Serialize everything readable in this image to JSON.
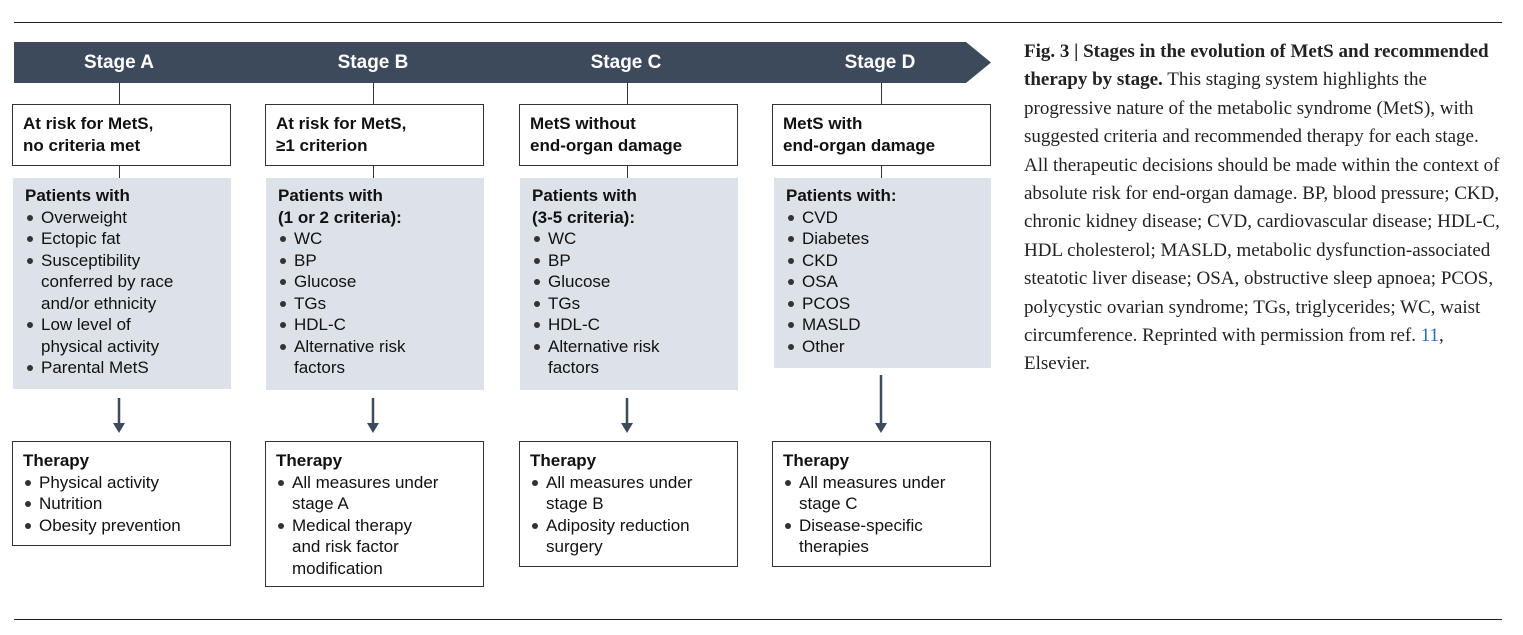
{
  "colors": {
    "banner": "#3d4a5c",
    "criteria_bg": "#dde1e8",
    "ref_link": "#2b6cb0"
  },
  "stages": [
    {
      "label": "Stage A",
      "status": [
        "At risk for MetS,",
        "no criteria met"
      ],
      "criteria_heading": [
        "Patients with"
      ],
      "criteria": [
        [
          "Overweight"
        ],
        [
          "Ectopic fat"
        ],
        [
          "Susceptibility",
          "conferred by race",
          "and/or ethnicity"
        ],
        [
          "Low level of",
          "physical activity"
        ],
        [
          "Parental MetS"
        ]
      ],
      "therapy_heading": "Therapy",
      "therapy": [
        [
          "Physical activity"
        ],
        [
          "Nutrition"
        ],
        [
          "Obesity prevention"
        ]
      ]
    },
    {
      "label": "Stage B",
      "status": [
        "At risk for MetS,",
        "≥1 criterion"
      ],
      "criteria_heading": [
        "Patients with",
        "(1 or 2 criteria):"
      ],
      "criteria": [
        [
          "WC"
        ],
        [
          "BP"
        ],
        [
          "Glucose"
        ],
        [
          "TGs"
        ],
        [
          "HDL-C"
        ],
        [
          "Alternative risk",
          "factors"
        ]
      ],
      "therapy_heading": "Therapy",
      "therapy": [
        [
          "All measures under",
          "stage A"
        ],
        [
          "Medical therapy",
          "and risk factor",
          "modification"
        ]
      ]
    },
    {
      "label": "Stage C",
      "status": [
        "MetS without",
        "end-organ damage"
      ],
      "criteria_heading": [
        "Patients with",
        "(3-5 criteria):"
      ],
      "criteria": [
        [
          "WC"
        ],
        [
          "BP"
        ],
        [
          "Glucose"
        ],
        [
          "TGs"
        ],
        [
          "HDL-C"
        ],
        [
          "Alternative risk",
          "factors"
        ]
      ],
      "therapy_heading": "Therapy",
      "therapy": [
        [
          "All measures under",
          "stage B"
        ],
        [
          "Adiposity reduction",
          "surgery"
        ]
      ]
    },
    {
      "label": "Stage D",
      "status": [
        "MetS with",
        "end-organ damage"
      ],
      "criteria_heading": [
        "Patients with:"
      ],
      "criteria": [
        [
          "CVD"
        ],
        [
          "Diabetes"
        ],
        [
          "CKD"
        ],
        [
          "OSA"
        ],
        [
          "PCOS"
        ],
        [
          "MASLD"
        ],
        [
          "Other"
        ]
      ],
      "therapy_heading": "Therapy",
      "therapy": [
        [
          "All measures under",
          "stage C"
        ],
        [
          "Disease-specific",
          "therapies"
        ]
      ]
    }
  ],
  "caption": {
    "fig_label": "Fig. 3 | Stages in the evolution of MetS and recommended therapy by stage.",
    "body": " This staging system highlights the progressive nature of the metabolic syndrome (MetS), with suggested criteria and recommended therapy for each stage. All therapeutic decisions should be made within the context of absolute risk for end-organ damage. BP, blood pressure; CKD, chronic kidney disease; CVD, cardiovascular disease; HDL-C, HDL cholesterol; MASLD, metabolic dysfunction-associated steatotic liver disease; OSA, obstructive sleep apnoea; PCOS, polycystic ovarian syndrome; TGs, triglycerides; WC, waist circumference. Reprinted with permission from ref. ",
    "ref_number": "11",
    "tail": ", Elsevier."
  }
}
